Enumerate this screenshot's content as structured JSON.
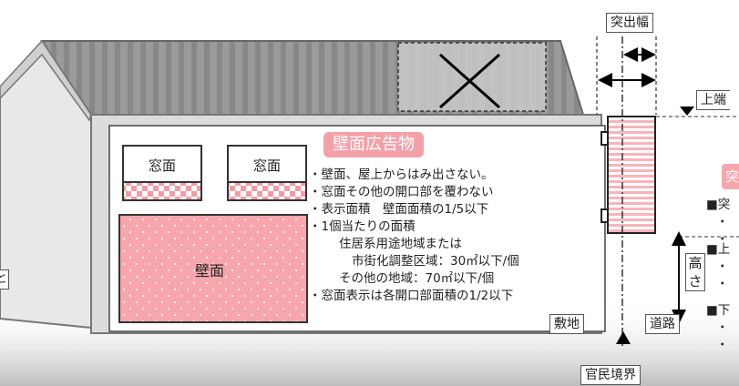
{
  "wall_sign": {
    "title": "壁面広告物",
    "rules": [
      "・壁面、屋上からはみ出さない。",
      "・窓面その他の開口部を覆わない",
      "・表示面積　壁面面積の1/5以下",
      "・1個当たりの面積",
      "住居系用途地域または",
      "市街化調整区域：30㎡以下/個",
      "その他の地域：70㎡以下/個",
      "・窓面表示は各開口部面積の1/2以下"
    ]
  },
  "window_label": "窓面",
  "wall_label": "壁面",
  "labels": {
    "projection_width": "突出幅",
    "top_end": "上端",
    "height_1": "高",
    "height_2": "さ",
    "site": "敷地",
    "road": "道路",
    "boundary": "官民境界",
    "left_cutoff": "と"
  },
  "right_panel": {
    "title": "突",
    "lines": [
      "■突",
      "・",
      "・",
      "■上",
      "・",
      "・",
      "■下",
      "・",
      "・"
    ]
  }
}
